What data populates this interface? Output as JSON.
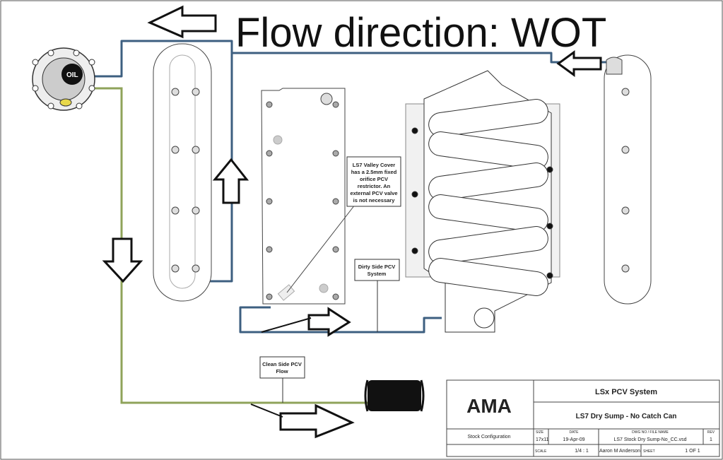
{
  "title": "Flow direction: WOT",
  "oil_cap_label": "OIL",
  "callouts": {
    "valley_cover": [
      "LS7 Valley Cover",
      "has a 2.5mm fixed",
      "orifice PCV",
      "restrictor. An",
      "external PCV valve",
      "is not necessary"
    ],
    "dirty_side": [
      "Dirty Side PCV",
      "System"
    ],
    "clean_side": [
      "Clean Side PCV",
      "Flow"
    ]
  },
  "title_block": {
    "company": "AMA",
    "system": "LSx PCV System",
    "drawing_title": "LS7 Dry Sump - No Catch Can",
    "configuration": "Stock Configuration",
    "size_label": "SIZE",
    "size": "17x11",
    "date_label": "DATE",
    "date": "19-Apr-09",
    "dwg_label": "DWG NO / FILE NAME",
    "dwg": "LS7 Stock Dry Sump-No_CC.vsd",
    "rev_label": "REV",
    "rev": "1",
    "scale_label": "SCALE",
    "scale": "1/4 : 1",
    "author": "Aaron M Anderson",
    "sheet_label": "SHEET",
    "sheet": "1 OF 1"
  },
  "colors": {
    "dirty_hose": "#3d5f80",
    "clean_hose": "#8fa35a",
    "outline": "#222222"
  }
}
